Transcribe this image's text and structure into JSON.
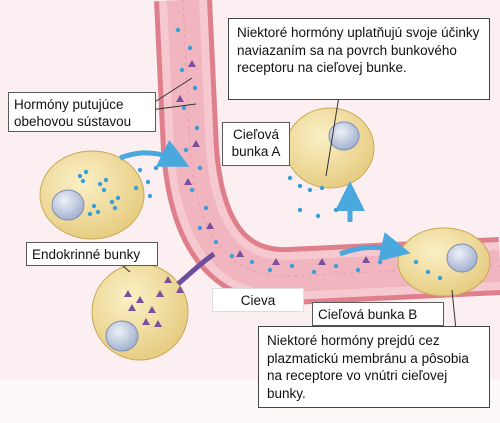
{
  "labels": {
    "hormones_circulatory": "Hormóny putujúce obehovou sústavou",
    "target_cell_a": "Cieľová bunka A",
    "endocrine_cells": "Endokrinné bunky",
    "vessel": "Cieva",
    "target_cell_b": "Cieľová bunka B"
  },
  "notes": {
    "surface_receptor": "Niektoré hormóny uplatňujú svoje účinky naviazaním sa na povrch bunkového receptoru na cieľovej bunke.",
    "intracellular_receptor": "Niektoré hormóny prejdú cez plazmatickú membránu a pôsobia na receptore vo vnútri cieľovej bunky."
  },
  "colors": {
    "vessel_outer": "#e07f8c",
    "vessel_lumen": "#f3c3cb",
    "cell_fill": "#f1dc9c",
    "nucleus": "#b9c4dc",
    "hormone_dot": "#3a9ed8",
    "hormone_triangle": "#7a4f9c",
    "arrow_blue": "#49a9df",
    "arrow_purple": "#6e4f9a"
  }
}
